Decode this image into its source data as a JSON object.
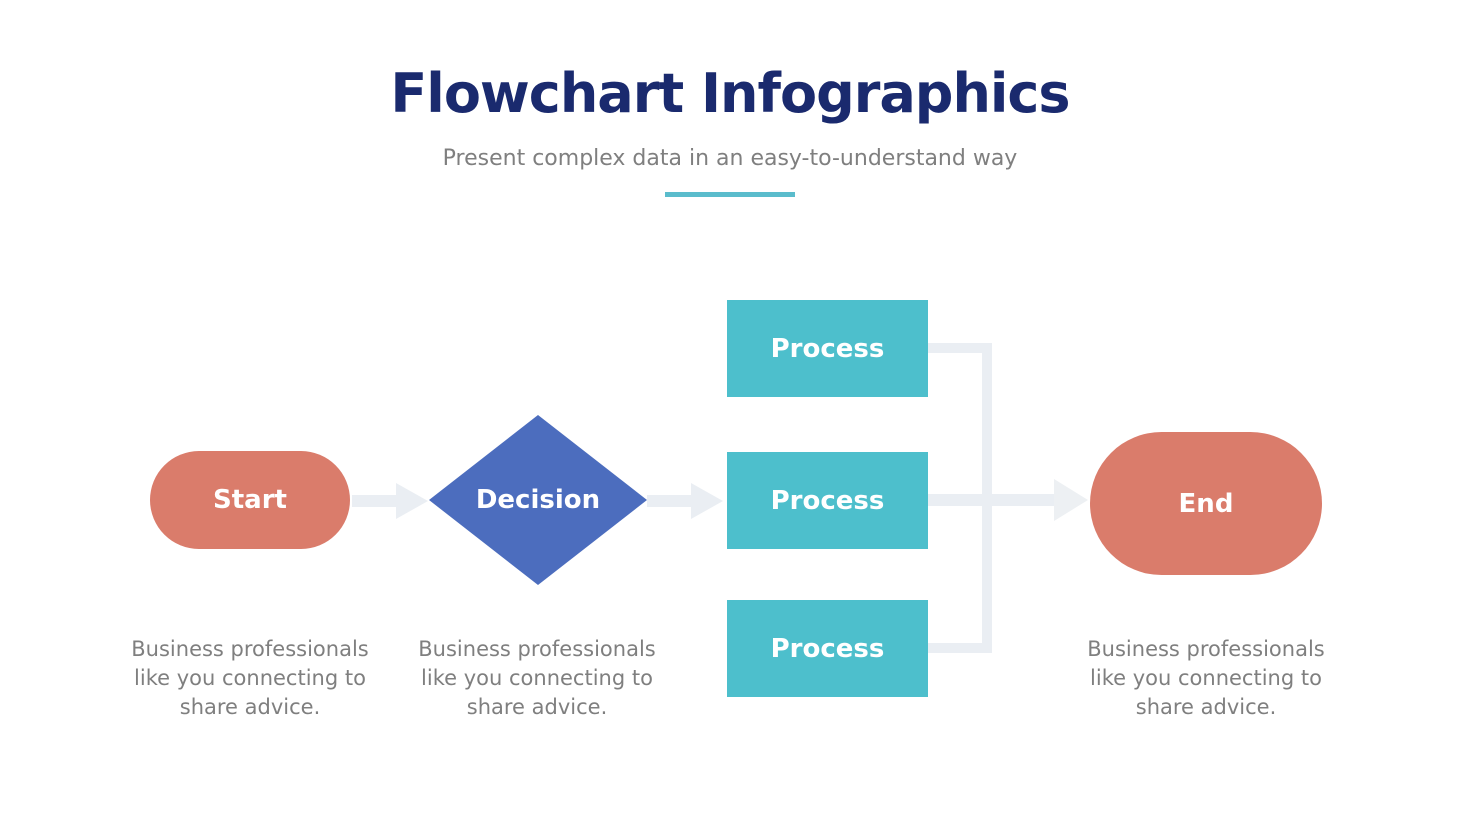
{
  "header": {
    "title": "Flowchart Infographics",
    "subtitle": "Present complex data in an easy-to-understand way"
  },
  "colors": {
    "title_navy": "#1A2A6E",
    "subtitle_gray": "#7F7F7F",
    "accent_teal": "#5ABCCC",
    "terminator_salmon": "#DA7C6B",
    "decision_blue": "#4C6DBE",
    "process_teal": "#4DBFCC",
    "connector_gray": "#EAEEF3",
    "shape_label_white": "#FFFFFF"
  },
  "flowchart": {
    "start": {
      "label": "Start",
      "description": "Business professionals like you connecting to share advice."
    },
    "decision": {
      "label": "Decision",
      "description": "Business professionals like you connecting to share advice."
    },
    "processes": [
      {
        "label": "Process"
      },
      {
        "label": "Process"
      },
      {
        "label": "Process"
      }
    ],
    "end": {
      "label": "End",
      "description": "Business professionals like you connecting to share advice."
    }
  }
}
